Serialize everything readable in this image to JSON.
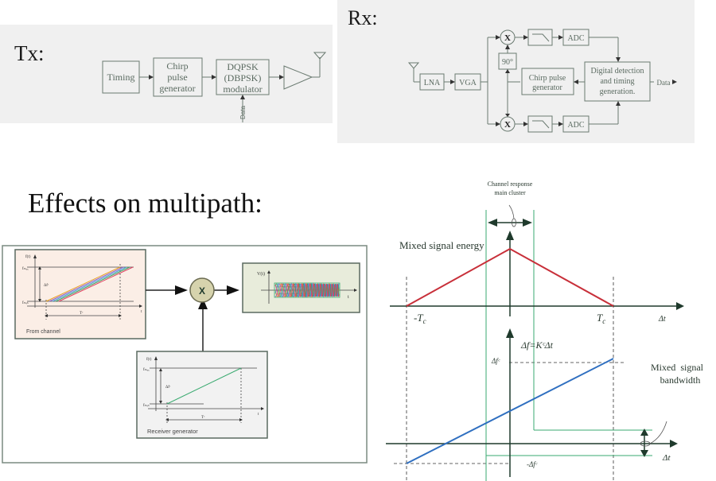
{
  "tx": {
    "title": "Tx:",
    "blocks": {
      "timing": "Timing",
      "chirp": [
        "Chirp",
        "pulse",
        "generator"
      ],
      "modulator": [
        "DQPSK",
        "(DBPSK)",
        "modulator"
      ]
    },
    "data_input": "Data"
  },
  "rx": {
    "title": "Rx:",
    "blocks": {
      "lna": "LNA",
      "vga": "VGA",
      "mixer_symbol": "X",
      "phase": "90°",
      "adc_top": "ADC",
      "adc_bottom": "ADC",
      "chirp": [
        "Chirp pulse",
        "generator"
      ],
      "digital": [
        "Digital detection",
        "and timing",
        "generation."
      ]
    },
    "data_output": "Data"
  },
  "multipath": {
    "title": "Effects on multipath:",
    "from_channel": {
      "caption": "From channel",
      "y_label": "f(t)",
      "f_max": "fₘₐₓ",
      "f_min": "fₘᵢₙ",
      "delta": "Δfᶜ",
      "period": "Tᶜ",
      "x_label": "t",
      "line_colors": [
        "#e6a020",
        "#8a5bc8",
        "#3a9ad9",
        "#3aa060",
        "#e04060"
      ]
    },
    "mixer_symbol": "X",
    "output": {
      "y_label": "V(t)",
      "x_label": "t"
    },
    "receiver": {
      "caption": "Receiver generator",
      "y_label": "f(t)",
      "f_max": "fₘₐₓ",
      "f_min": "fₘᵢₙ",
      "delta": "Δfᶜ",
      "period": "Tᶜ",
      "x_label": "t"
    }
  },
  "plot": {
    "cluster_label": [
      "Channel response",
      "main cluster"
    ],
    "energy_label": "Mixed signal energy",
    "neg_tc": "-T",
    "pos_tc": "T",
    "tc_sub": "c",
    "axis_dt_top": "Δt",
    "axis_dt_bottom": "Δt",
    "formula": "Δf=KᶜΔt",
    "dfc_pos": "Δfᶜ",
    "dfc_neg": "-Δfᶜ",
    "bandwidth_label": [
      "Mixed  signal",
      "bandwidth"
    ],
    "colors": {
      "energy": "#c8303a",
      "freq": "#2f6fc0",
      "cluster": "#3aaa70",
      "axis": "#1f3a2c"
    }
  }
}
